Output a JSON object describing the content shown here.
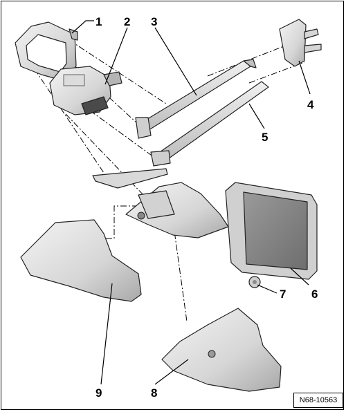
{
  "labels": {
    "l1": "1",
    "l2": "2",
    "l3": "3",
    "l4": "4",
    "l5": "5",
    "l6": "6",
    "l7": "7",
    "l8": "8",
    "l9": "9"
  },
  "reference_code": "N68-10563",
  "colors": {
    "part_light": "#eeeeee",
    "part_mid": "#cfcfcf",
    "part_dark": "#8a8a8a",
    "screen": "#7d7d7d",
    "line": "#000000"
  }
}
